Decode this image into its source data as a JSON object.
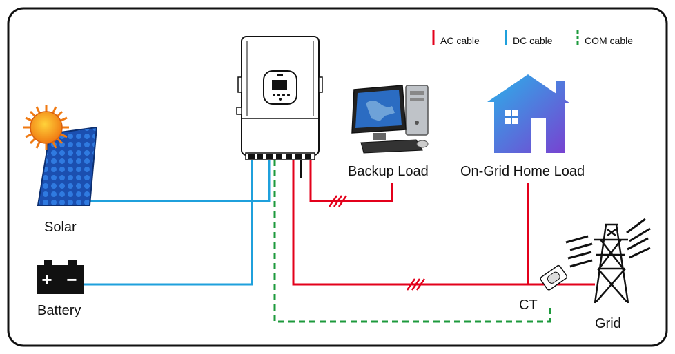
{
  "legend": {
    "ac": {
      "label": "AC cable",
      "color": "#e3001b"
    },
    "dc": {
      "label": "DC cable",
      "color": "#1fa0dc"
    },
    "com": {
      "label": "COM cable",
      "color": "#1d9a3c"
    }
  },
  "labels": {
    "solar": "Solar",
    "battery": "Battery",
    "backup_load": "Backup Load",
    "home_load": "On-Grid Home Load",
    "ct": "CT",
    "grid": "Grid"
  },
  "battery_terminals": {
    "positive": "+",
    "negative": "−"
  },
  "colors": {
    "frame": "#111111",
    "solar_panel": "#1e5fc4",
    "sun": "#f07a12",
    "house_gradient_start": "#29b3ea",
    "house_gradient_end": "#7a3fd0",
    "tower": "#111111"
  }
}
